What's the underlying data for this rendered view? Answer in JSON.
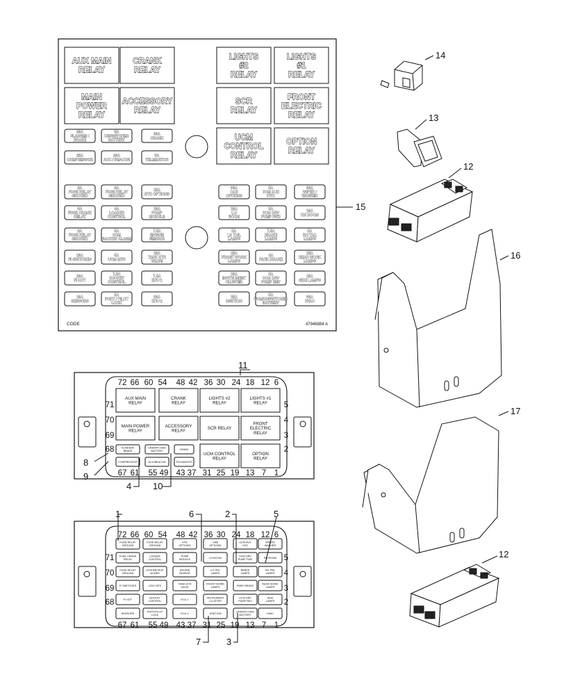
{
  "decal": {
    "big_relays": [
      {
        "lines": [
          "AUX MAIN",
          "RELAY"
        ]
      },
      {
        "lines": [
          "CRANK",
          "RELAY"
        ]
      },
      {
        "lines": [
          "LIGHTS",
          "#2",
          "RELAY"
        ]
      },
      {
        "lines": [
          "LIGHTS",
          "#1",
          "RELAY"
        ]
      },
      {
        "lines": [
          "MAIN",
          "POWER",
          "RELAY"
        ]
      },
      {
        "lines": [
          "ACCESSORY",
          "RELAY"
        ]
      },
      {
        "lines": [
          "SCR",
          "RELAY"
        ]
      },
      {
        "lines": [
          "FRONT",
          "ELECTRIC",
          "RELAY"
        ]
      },
      {
        "lines": [
          "UCM",
          "CONTROL",
          "RELAY"
        ]
      },
      {
        "lines": [
          "OPTION",
          "RELAY"
        ]
      }
    ],
    "upper_fuses": [
      {
        "lines": [
          "20A",
          "FLASHER /",
          "BRAKE"
        ]
      },
      {
        "lines": [
          "5A",
          "UNSWITCHED",
          "BATTERY"
        ]
      },
      {
        "lines": [
          "30A",
          "CRANK"
        ]
      },
      {
        "lines": [
          "25A",
          "COMPRESSOR"
        ]
      },
      {
        "lines": [
          "20A",
          "ACC / BEACON"
        ]
      },
      {
        "lines": [
          "5A",
          "TELEMATICS"
        ]
      }
    ],
    "left_fuses": [
      {
        "lines": [
          "3A",
          "FUSE RELAY",
          "GROUND"
        ]
      },
      {
        "lines": [
          "3A",
          "FUSE RELAY",
          "GROUND"
        ]
      },
      {
        "lines": [
          "15A",
          "HYD OPTIONS"
        ]
      },
      {
        "lines": [
          "3A",
          "FUSE CRANK",
          "RELAY"
        ]
      },
      {
        "lines": [
          "4A",
          "LOADER",
          "CONTROL"
        ]
      },
      {
        "lines": [
          "10A",
          "PUMP",
          "MODULE"
        ]
      },
      {
        "lines": [
          "3A",
          "FUSE RELAY",
          "GROUND"
        ]
      },
      {
        "lines": [
          "5A",
          "UCM",
          "BACKUP ALARM"
        ]
      },
      {
        "lines": [
          "7.5A",
          "ENGINE",
          "SENSOR"
        ]
      },
      {
        "lines": [
          "20A",
          "FI SWITCHES"
        ]
      },
      {
        "lines": [
          "5A",
          "UCM 2870"
        ]
      },
      {
        "lines": [
          "10A",
          "TANK HTR",
          "VALVE"
        ]
      },
      {
        "lines": [
          "20A",
          "FI HOT"
        ]
      },
      {
        "lines": [
          "7.5A",
          "BUCKET",
          "CONTROL"
        ]
      },
      {
        "lines": [
          "7.5A",
          "ECU 1"
        ]
      },
      {
        "lines": [
          "10A",
          "SENSORS"
        ]
      },
      {
        "lines": [
          "5A",
          "PORT / PILOT",
          "LOCK"
        ]
      },
      {
        "lines": [
          "20A",
          "ECU 2"
        ]
      }
    ],
    "right_fuses": [
      {
        "lines": [
          "30A",
          "CAB",
          "OPTIONS"
        ]
      },
      {
        "lines": [
          "5A",
          "UCM AUX",
          "HYD"
        ]
      },
      {
        "lines": [
          "30A",
          "WIPER /",
          "WASHER"
        ]
      },
      {
        "lines": [
          "10A",
          "LH",
          "BOOM"
        ]
      },
      {
        "lines": [
          "5A",
          "UCM DRV",
          "PUMP FWD"
        ]
      },
      {
        "lines": [
          "10A",
          "RH BOOM"
        ]
      },
      {
        "lines": [
          "5A",
          "LH TAIL",
          "LAMPS"
        ]
      },
      {
        "lines": [
          "7.5A",
          "BRAKE",
          "LAMPS"
        ]
      },
      {
        "lines": [
          "5A",
          "RH TAIL",
          "LAMPS"
        ]
      },
      {
        "lines": [
          "15A",
          "FRONT WORK",
          "LAMPS"
        ]
      },
      {
        "lines": [
          "4A",
          "PARK BRAKE"
        ]
      },
      {
        "lines": [
          "15A",
          "REAR WORK",
          "LAMPS"
        ]
      },
      {
        "lines": [
          "10A",
          "INSTRUMENT",
          "CLUSTER"
        ]
      },
      {
        "lines": [
          "5A",
          "UCM DRV",
          "PUMP REV"
        ]
      },
      {
        "lines": [
          "15A",
          "SIDE LAMPS"
        ]
      },
      {
        "lines": [
          "15A",
          "IGNITION"
        ]
      },
      {
        "lines": [
          "5A",
          "UCM/UNSWITCHED",
          "BATTERY"
        ]
      },
      {
        "lines": [
          "30A",
          "HVAC"
        ]
      }
    ],
    "code_label": "CODE",
    "part_code": "47946884 A"
  },
  "box1": {
    "top_pins": [
      "72",
      "66",
      "60",
      "54",
      "48",
      "42",
      "36",
      "30",
      "24",
      "18",
      "12",
      "6"
    ],
    "bottom_pins": [
      "67",
      "61",
      "55",
      "49",
      "43",
      "37",
      "31",
      "25",
      "19",
      "13",
      "7",
      "1"
    ],
    "left_pins": [
      "71",
      "70",
      "69",
      "68"
    ],
    "right_pins": [
      "5",
      "4",
      "3",
      "2"
    ],
    "relays": [
      {
        "lines": [
          "AUX MAIN",
          "RELAY"
        ]
      },
      {
        "lines": [
          "CRANK",
          "RELAY"
        ]
      },
      {
        "lines": [
          "LIGHTS #2",
          "RELAY"
        ]
      },
      {
        "lines": [
          "LIGHTS #1",
          "RELAY"
        ]
      },
      {
        "lines": [
          "MAIN POWER",
          "RELAY"
        ]
      },
      {
        "lines": [
          "ACCESSORY",
          "RELAY"
        ]
      },
      {
        "lines": [
          "SCR RELAY"
        ]
      },
      {
        "lines": [
          "FRONT",
          "ELECTRIC",
          "RELAY"
        ]
      },
      {
        "lines": [
          "UCM CONTROL",
          "RELAY"
        ]
      },
      {
        "lines": [
          "OPTION",
          "RELAY"
        ]
      }
    ],
    "fuses": [
      {
        "lines": [
          "FLASHER/",
          "BRAKE"
        ]
      },
      {
        "lines": [
          "UNSWITCHED",
          "BATTERY"
        ]
      },
      {
        "lines": [
          "CRANK"
        ]
      },
      {
        "lines": [
          "COMPRESSOR"
        ]
      },
      {
        "lines": [
          "ACC/BEACON"
        ]
      },
      {
        "lines": [
          "TELEMATICS"
        ]
      }
    ]
  },
  "box2": {
    "top_pins": [
      "72",
      "66",
      "60",
      "54",
      "48",
      "42",
      "36",
      "30",
      "24",
      "18",
      "12",
      "6"
    ],
    "bottom_pins": [
      "67",
      "61",
      "55",
      "49",
      "43",
      "37",
      "31",
      "25",
      "19",
      "13",
      "7",
      "1"
    ],
    "left_pins": [
      "71",
      "70",
      "69",
      "68"
    ],
    "right_pins": [
      "5",
      "4",
      "3",
      "2"
    ],
    "fuses": [
      {
        "lines": [
          "FUSE RELAY",
          "GROUND"
        ]
      },
      {
        "lines": [
          "FUSE RELAY",
          "GROUND"
        ]
      },
      {
        "lines": [
          "HYD",
          "OPTIONS"
        ]
      },
      {
        "lines": [
          "CAB",
          "OPTIONS"
        ]
      },
      {
        "lines": [
          "UCM AUX",
          "HYD"
        ]
      },
      {
        "lines": [
          "WIPER/",
          "WASHER"
        ]
      },
      {
        "lines": [
          "FUSE CRANK",
          "RELAY"
        ]
      },
      {
        "lines": [
          "LOADER",
          "CONTROL"
        ]
      },
      {
        "lines": [
          "PUMP",
          "MODULE"
        ]
      },
      {
        "lines": [
          "LH BOOM"
        ]
      },
      {
        "lines": [
          "UCM DRV",
          "PUMP FWD"
        ]
      },
      {
        "lines": [
          "RH BOOM"
        ]
      },
      {
        "lines": [
          "FUSE RELAY",
          "GROUND"
        ]
      },
      {
        "lines": [
          "UCM BACKUP",
          "ALARM"
        ]
      },
      {
        "lines": [
          "ENGINE",
          "SENSOR"
        ]
      },
      {
        "lines": [
          "LH TAIL",
          "LAMPS"
        ]
      },
      {
        "lines": [
          "BRAKE",
          "LAMPS"
        ]
      },
      {
        "lines": [
          "RH TAIL",
          "LAMPS"
        ]
      },
      {
        "lines": [
          "FI SWITCHES"
        ]
      },
      {
        "lines": [
          "UCM 2870"
        ]
      },
      {
        "lines": [
          "TANK HTR",
          "VALVE"
        ]
      },
      {
        "lines": [
          "FRONT WORK",
          "LAMPS"
        ]
      },
      {
        "lines": [
          "PARK BRAKE"
        ]
      },
      {
        "lines": [
          "REAR WORK",
          "LAMPS"
        ]
      },
      {
        "lines": [
          "FI HOT"
        ]
      },
      {
        "lines": [
          "BUCKET",
          "CONTROL"
        ]
      },
      {
        "lines": [
          "ECU 1"
        ]
      },
      {
        "lines": [
          "INSTRUMENT",
          "CLUSTER"
        ]
      },
      {
        "lines": [
          "UCM DRV",
          "PUMP REV"
        ]
      },
      {
        "lines": [
          "SIDE",
          "LAMPS"
        ]
      },
      {
        "lines": [
          "SENSORS"
        ]
      },
      {
        "lines": [
          "PORT/PILOT",
          "LOCK"
        ]
      },
      {
        "lines": [
          "ECU 2"
        ]
      },
      {
        "lines": [
          "IGNITION"
        ]
      },
      {
        "lines": [
          "UNSWITCHED",
          "BATTERY"
        ]
      },
      {
        "lines": [
          "HVAC"
        ]
      }
    ]
  },
  "callouts": {
    "c1": "1",
    "c2": "2",
    "c3": "3",
    "c4": "4",
    "c5": "5",
    "c6": "6",
    "c7": "7",
    "c8": "8",
    "c9": "9",
    "c10": "10",
    "c11": "11",
    "c12a": "12",
    "c12b": "12",
    "c13": "13",
    "c14": "14",
    "c15": "15",
    "c16": "16",
    "c17": "17"
  }
}
